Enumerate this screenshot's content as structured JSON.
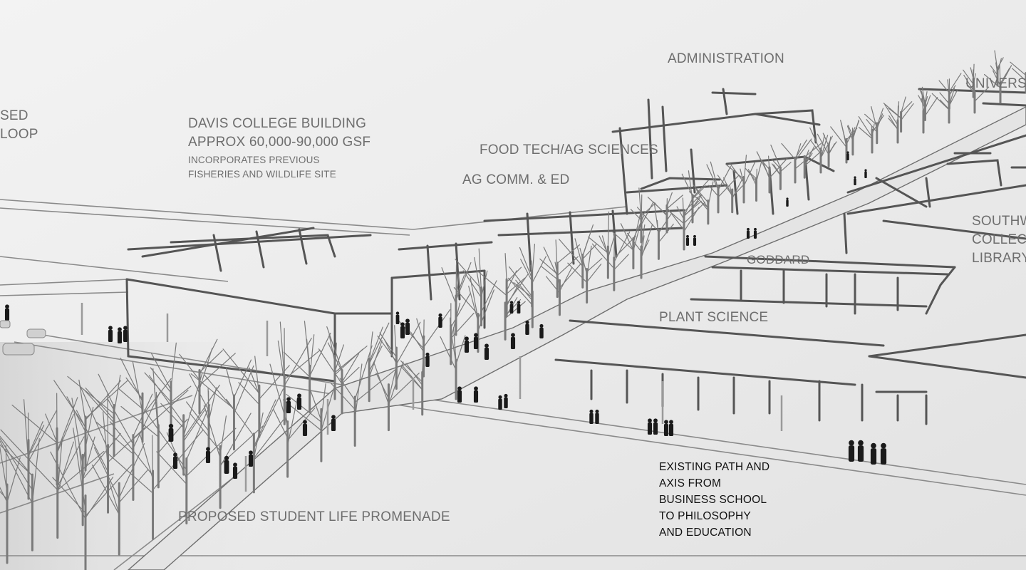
{
  "labels": {
    "proposed_loop": [
      "SED",
      "LOOP"
    ],
    "davis_title": [
      "DAVIS COLLEGE BUILDING",
      "APPROX 60,000-90,000 GSF"
    ],
    "davis_note": [
      "INCORPORATES PREVIOUS",
      "FISHERIES AND WILDLIFE  SITE"
    ],
    "administration": "ADMINISTRATION",
    "university": "UNIVERS",
    "food_tech": "FOOD TECH/AG SCIENCES",
    "ag_comm": "AG COMM. & ED",
    "goddard": "GODDARD",
    "southwest_library": [
      "SOUTHW",
      "COLLEC",
      "LIBRARY"
    ],
    "plant_science": "PLANT SCIENCE",
    "promenade": "PROPOSED STUDENT LIFE PROMENADE",
    "existing_path": [
      "EXISTING PATH AND",
      "AXIS FROM",
      "BUSINESS SCHOOL",
      "TO  PHILOSOPHY",
      "AND EDUCATION"
    ]
  },
  "colors": {
    "paper": "#ececec",
    "sketch": "#555555",
    "tree": "#7a7a7a",
    "people": "#1a1a1a"
  }
}
